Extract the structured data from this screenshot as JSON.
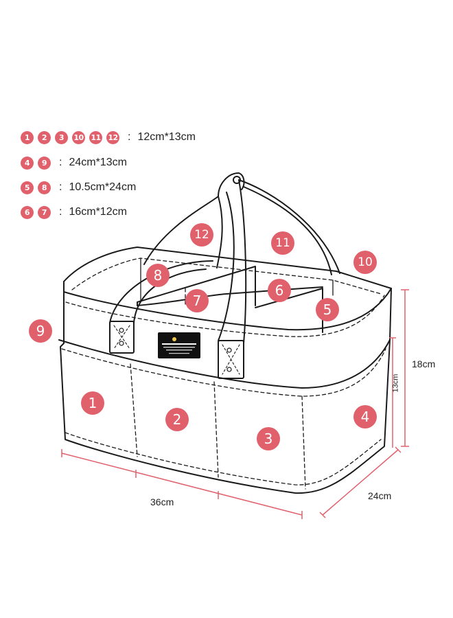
{
  "legend": [
    {
      "badges": [
        "1",
        "2",
        "3",
        "10",
        "11",
        "12"
      ],
      "size": "12cm*13cm"
    },
    {
      "badges": [
        "4",
        "9"
      ],
      "size": "24cm*13cm"
    },
    {
      "badges": [
        "5",
        "8"
      ],
      "size": "10.5cm*24cm"
    },
    {
      "badges": [
        "6",
        "7"
      ],
      "size": "16cm*12cm"
    }
  ],
  "markers": [
    "1",
    "2",
    "3",
    "4",
    "5",
    "6",
    "7",
    "8",
    "9",
    "10",
    "11",
    "12"
  ],
  "dimensions": {
    "length": "36cm",
    "width": "24cm",
    "total_height": "18cm",
    "pocket_height": "13cm"
  },
  "colors": {
    "accent": "#e0606b",
    "outline": "#1a1a1a"
  }
}
